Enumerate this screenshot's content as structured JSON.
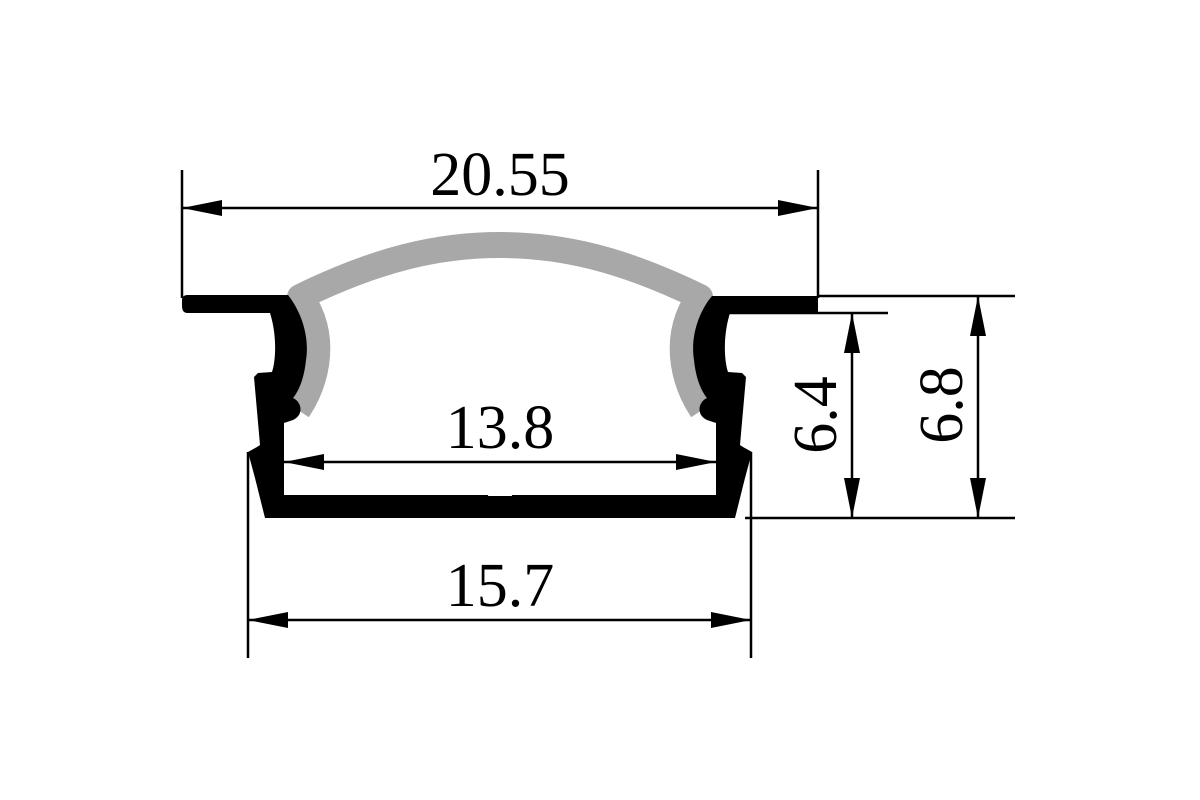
{
  "diagram": {
    "type": "aluminium LED profile cross-section",
    "colors": {
      "profile": "#000000",
      "diffuser": "#a8a8a8",
      "background": "#ffffff"
    },
    "dimensions": {
      "top_width": "20.55",
      "inner_width": "13.8",
      "bottom_width": "15.7",
      "inner_height": "6.4",
      "total_height": "6.8"
    }
  }
}
